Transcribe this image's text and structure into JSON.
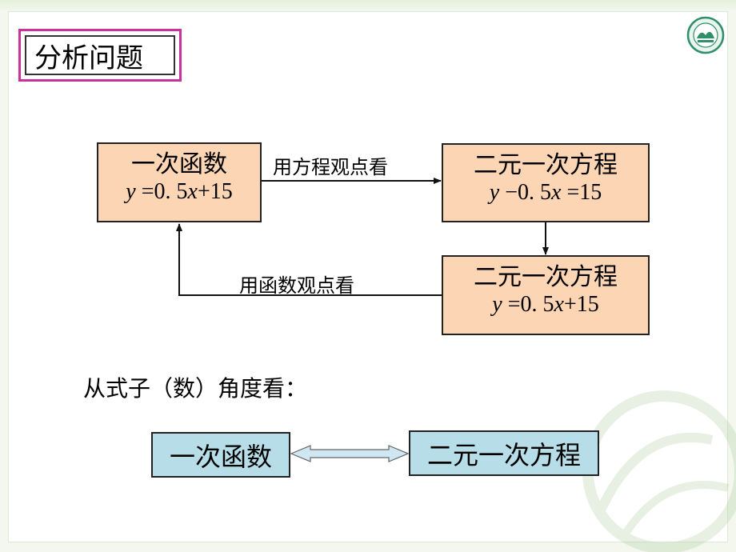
{
  "title": "分析问题",
  "boxes": {
    "func": {
      "label": "一次函数",
      "formula_y": "y",
      "formula_mid": " =0. 5",
      "formula_x": "x",
      "formula_end": "+15"
    },
    "eq1": {
      "label": "二元一次方程",
      "formula_y": "y",
      "formula_mid": " −0. 5",
      "formula_x": "x",
      "formula_end": " =15"
    },
    "eq2": {
      "label": "二元一次方程",
      "formula_y": "y",
      "formula_mid": " =0. 5",
      "formula_x": "x",
      "formula_end": "+15"
    }
  },
  "arrows": {
    "equation_view": "用方程观点看",
    "function_view": "用函数观点看"
  },
  "section_heading": "从式子（数）角度看：",
  "bottom": {
    "left": "一次函数",
    "right": "二元一次方程"
  },
  "colors": {
    "orange_box": "#fcd5b5",
    "blue_box": "#b7dee8",
    "title_border": "#c8329b"
  }
}
